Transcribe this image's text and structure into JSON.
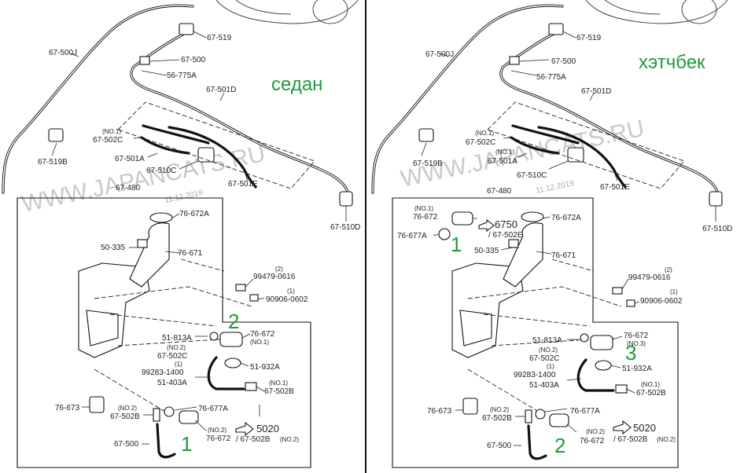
{
  "left": {
    "title": "седан",
    "watermark": "WWW.JAPANCATS.RU",
    "watermark_date": "11.12.2019",
    "labels": {
      "p67_519": "67-519",
      "p67_500_top": "67-500",
      "p56_775a": "56-775A",
      "p67_500j": "67-500J",
      "p67_501d": "67-501D",
      "p67_519b": "67-519B",
      "no1_a": "(NO.1)",
      "p67_502c": "67-502C",
      "p67_501a": "67-501A",
      "p67_510c": "67-510C",
      "p67_480": "67-480",
      "p67_501e": "67-501E",
      "p67_510d": "67-510D",
      "p76_672a": "76-672A",
      "p50_335": "50-335",
      "p76_671": "76-671",
      "no2_a": "(2)",
      "p99479": "99479-0616",
      "no1_b": "(1)",
      "p90906": "90906-0602",
      "p51_813a": "51-813A",
      "p76_672": "76-672",
      "no1_c": "(NO.1)",
      "no2_b": "(NO.2)",
      "p67_502c_b": "67-502C",
      "no1_d": "(1)",
      "p99283": "99283-1400",
      "p51_932a": "51-932A",
      "p51_403a": "51-403A",
      "no1_e": "(NO.1)",
      "p67_502b": "67-502B",
      "p76_673": "76-673",
      "no2_c": "(NO.2)",
      "p67_502b_b": "67-502B",
      "p76_677a": "76-677A",
      "no2_d": "(NO.2)",
      "p76_672_b": "76-672",
      "p67_500_bot": "67-500",
      "ref5020": "5020",
      "ref5020_sub": "/ 67-502B",
      "ref5020_no": "(NO.2)"
    },
    "markers": {
      "m1": "1",
      "m2": "2"
    }
  },
  "right": {
    "title": "хэтчбек",
    "watermark": "WWW.JAPANCATS.RU",
    "watermark_date": "11.12.2019",
    "labels": {
      "p67_519": "67-519",
      "p67_500_top": "67-500",
      "p56_775a": "56-775A",
      "p67_500j": "67-500J",
      "p67_501d": "67-501D",
      "p67_519b": "67-519B",
      "no1_a": "(NO.1)",
      "p67_502c": "67-502C",
      "no1_b": "(NO.1)",
      "p67_501a": "67-501A",
      "p67_510c": "67-510C",
      "p67_480": "67-480",
      "p67_501e": "67-501E",
      "p67_510d": "67-510D",
      "no1_c": "(NO.1)",
      "p76_672_top": "76-672",
      "ref6750": "6750",
      "ref6750_sub": "/ 67-502E",
      "p76_677a_top": "76-677A",
      "p76_672a": "76-672A",
      "p50_335": "50-335",
      "p76_671": "76-671",
      "no2_a": "(2)",
      "p99479": "99479-0616",
      "no1_d": "(1)",
      "p90906": "90906-0602",
      "p51_813a": "51-813A",
      "p76_672": "76-672",
      "no3": "(NO.3)",
      "no2_b": "(NO.2)",
      "p67_502c_b": "67-502C",
      "no1_e": "(1)",
      "p99283": "99283-1400",
      "p51_932a": "51-932A",
      "p51_403a": "51-403A",
      "no1_f": "(NO.1)",
      "p67_502b": "67-502B",
      "p76_673": "76-673",
      "no2_c": "(NO.2)",
      "p67_502b_b": "67-502B",
      "p76_677a": "76-677A",
      "no2_d": "(NO.2)",
      "p76_672_b": "76-672",
      "p67_500_bot": "67-500",
      "ref5020": "5020",
      "ref5020_sub": "/ 67-502B",
      "ref5020_no": "(NO.2)"
    },
    "markers": {
      "m1": "1",
      "m2": "2",
      "m3": "3"
    }
  },
  "colors": {
    "marker_green": "#1f9a3a",
    "line": "#111111",
    "watermark": "#b8b8b8"
  },
  "icons": {
    "reference_arrow": "hollow-arrow-icon"
  }
}
